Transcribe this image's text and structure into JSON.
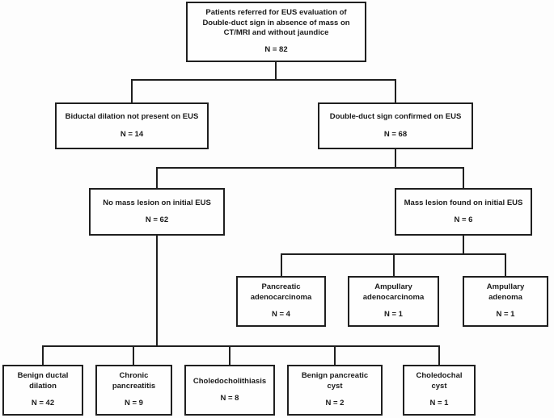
{
  "diagram": {
    "nodes": {
      "root": {
        "label": "Patients referred for EUS evaluation of\nDouble-duct sign in absence of mass on\nCT/MRI and without jaundice",
        "count": "N = 82"
      },
      "biductal_absent": {
        "label": "Biductal dilation not present on EUS",
        "count": "N = 14"
      },
      "dds_confirmed": {
        "label": "Double-duct sign confirmed on EUS",
        "count": "N = 68"
      },
      "no_mass": {
        "label": "No mass lesion on initial EUS",
        "count": "N = 62"
      },
      "mass_found": {
        "label": "Mass lesion found on initial EUS",
        "count": "N = 6"
      },
      "pancreatic_adenocarcinoma": {
        "label": "Pancreatic\nadenocarcinoma",
        "count": "N = 4"
      },
      "ampullary_adenocarcinoma": {
        "label": "Ampullary\nadenocarcinoma",
        "count": "N = 1"
      },
      "ampullary_adenoma": {
        "label": "Ampullary\nadenoma",
        "count": "N = 1"
      },
      "benign_ductal_dilation": {
        "label": "Benign ductal\ndilation",
        "count": "N = 42"
      },
      "chronic_pancreatitis": {
        "label": "Chronic\npancreatitis",
        "count": "N = 9"
      },
      "choledocholithiasis": {
        "label": "Choledocholithiasis",
        "count": "N = 8"
      },
      "benign_pancreatic_cyst": {
        "label": "Benign pancreatic\ncyst",
        "count": "N = 2"
      },
      "choledochal_cyst": {
        "label": "Choledochal\ncyst",
        "count": "N = 1"
      }
    },
    "colors": {
      "line": "#1f1f1f",
      "box_background": "#fefefe",
      "page_background": "#fdfdfd",
      "text": "#1a1a1a"
    }
  }
}
